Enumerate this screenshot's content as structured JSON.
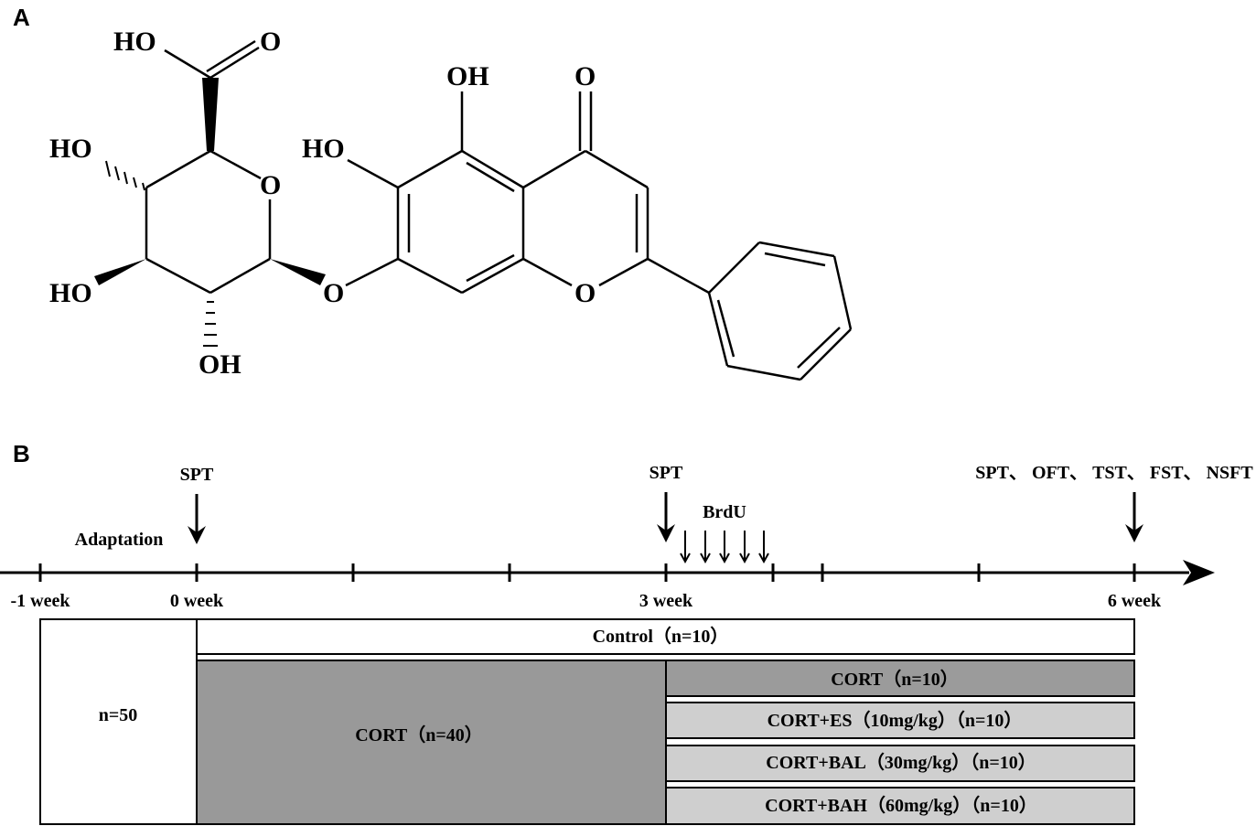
{
  "panels": {
    "a": "A",
    "b": "B"
  },
  "structure": {
    "atoms": {
      "cooh_ho": "HO",
      "cooh_o": "O",
      "sugar_ho_upper": "HO",
      "sugar_ring_o": "O",
      "sugar_ho_lower": "HO",
      "sugar_oh_bottom": "OH",
      "glycosidic_o": "O",
      "ho_6": "HO",
      "oh_5": "OH",
      "carbonyl_o": "O",
      "ring_o": "O"
    }
  },
  "timeline": {
    "adaptation": "Adaptation",
    "spt_0": "SPT",
    "spt_3": "SPT",
    "brdu": "BrdU",
    "final_tests": "SPT、 OFT、 TST、 FST、 NSFT",
    "ticks": {
      "m1": "-1 week",
      "w0": "0 week",
      "w3": "3 week",
      "w6": "6 week"
    }
  },
  "groups": {
    "n50": "n=50",
    "control": "Control（n=10）",
    "cort40": "CORT（n=40）",
    "cort10": "CORT（n=10）",
    "es": "CORT+ES（10mg/kg）（n=10）",
    "bal": "CORT+BAL（30mg/kg）（n=10）",
    "bah": "CORT+BAH（60mg/kg）（n=10）"
  },
  "colors": {
    "cort_dark": "#999999",
    "cort_mid": "#9b9b9b",
    "treatment_light": "#cfcfcf",
    "white": "#ffffff"
  }
}
